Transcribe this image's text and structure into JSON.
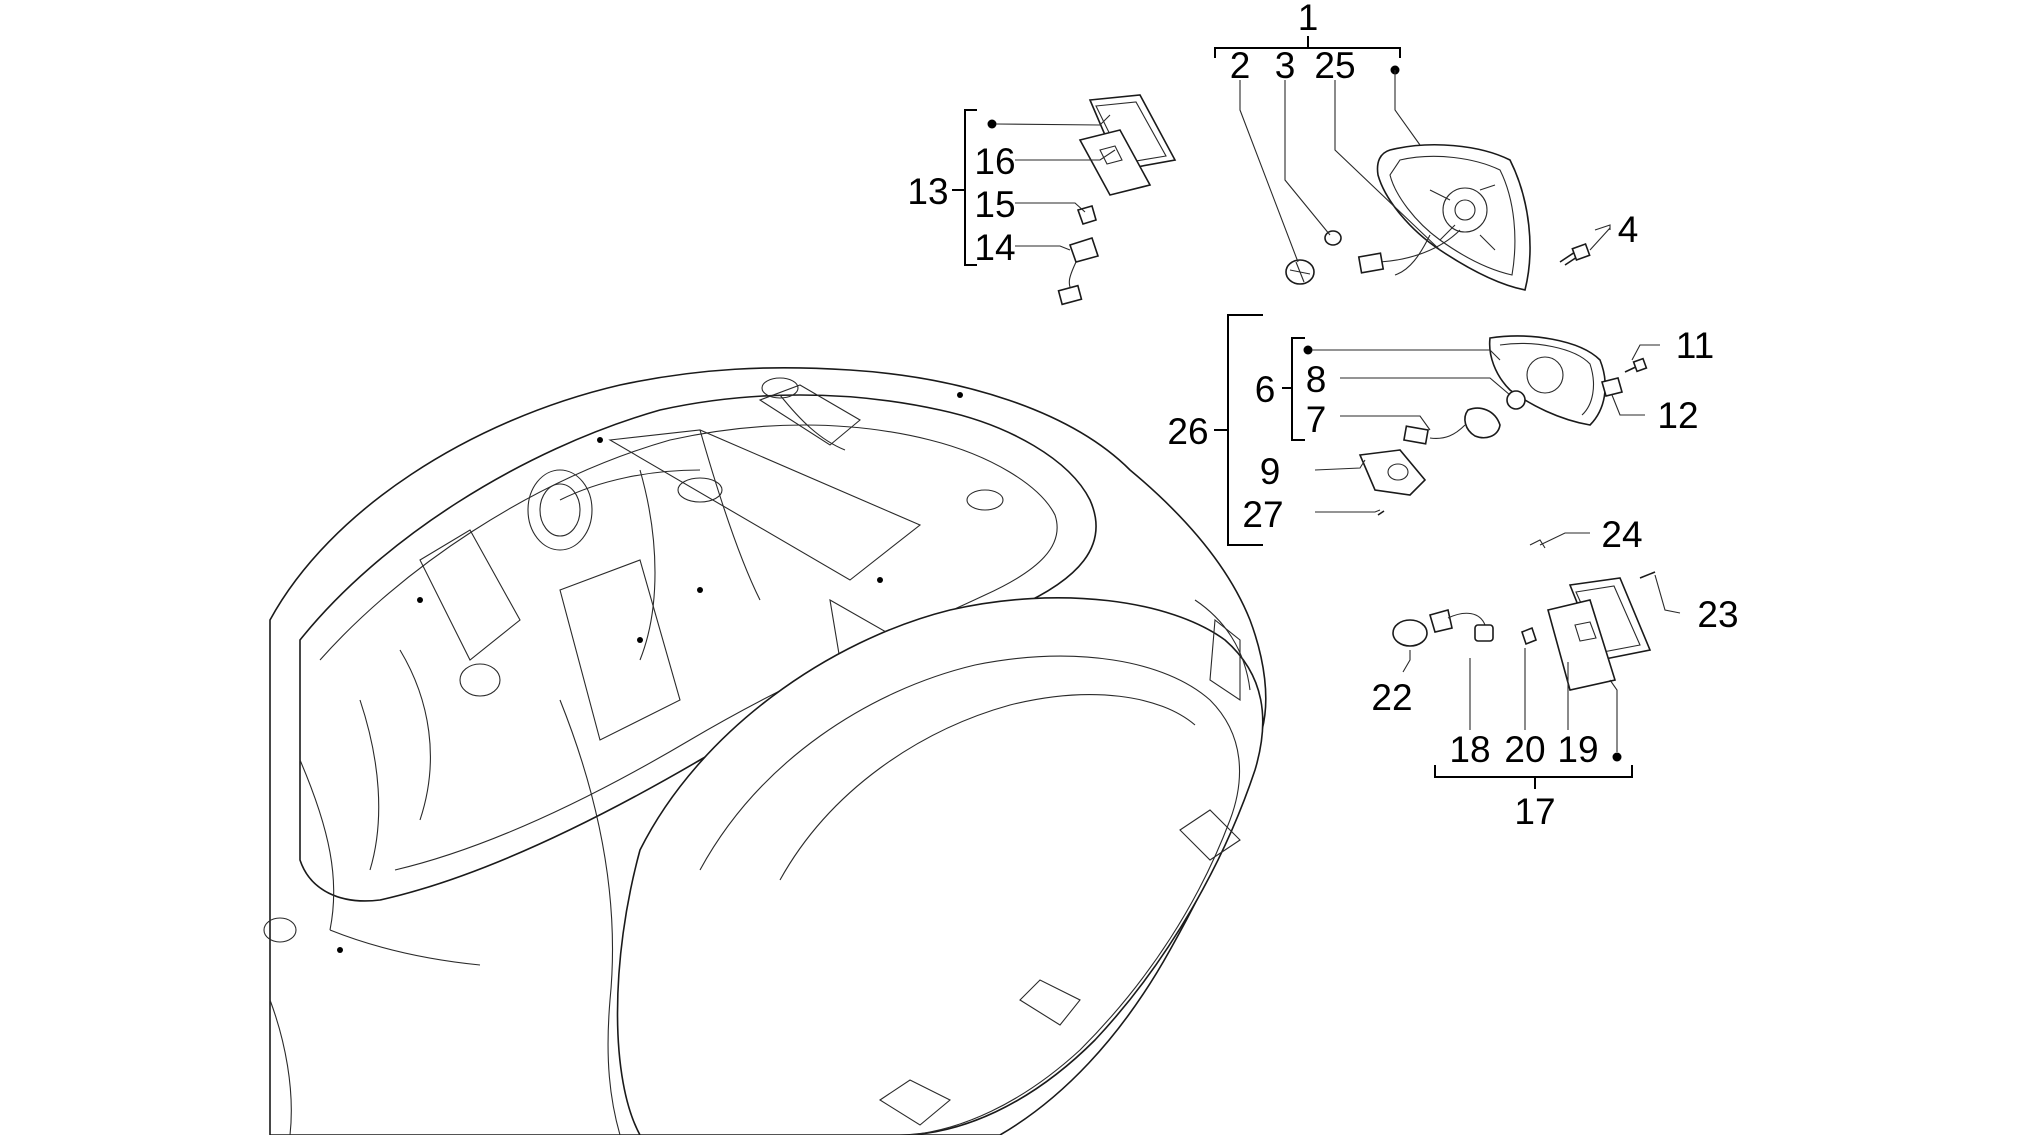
{
  "labels": {
    "l1": "1",
    "l2": "2",
    "l3": "3",
    "l25": "25",
    "l4": "4",
    "l13": "13",
    "l16": "16",
    "l15": "15",
    "l14": "14",
    "l26": "26",
    "l6": "6",
    "l8": "8",
    "l7": "7",
    "l9": "9",
    "l27": "27",
    "l11": "11",
    "l12": "12",
    "l24": "24",
    "l23": "23",
    "l22": "22",
    "l18": "18",
    "l20": "20",
    "l19": "19",
    "l17": "17"
  }
}
